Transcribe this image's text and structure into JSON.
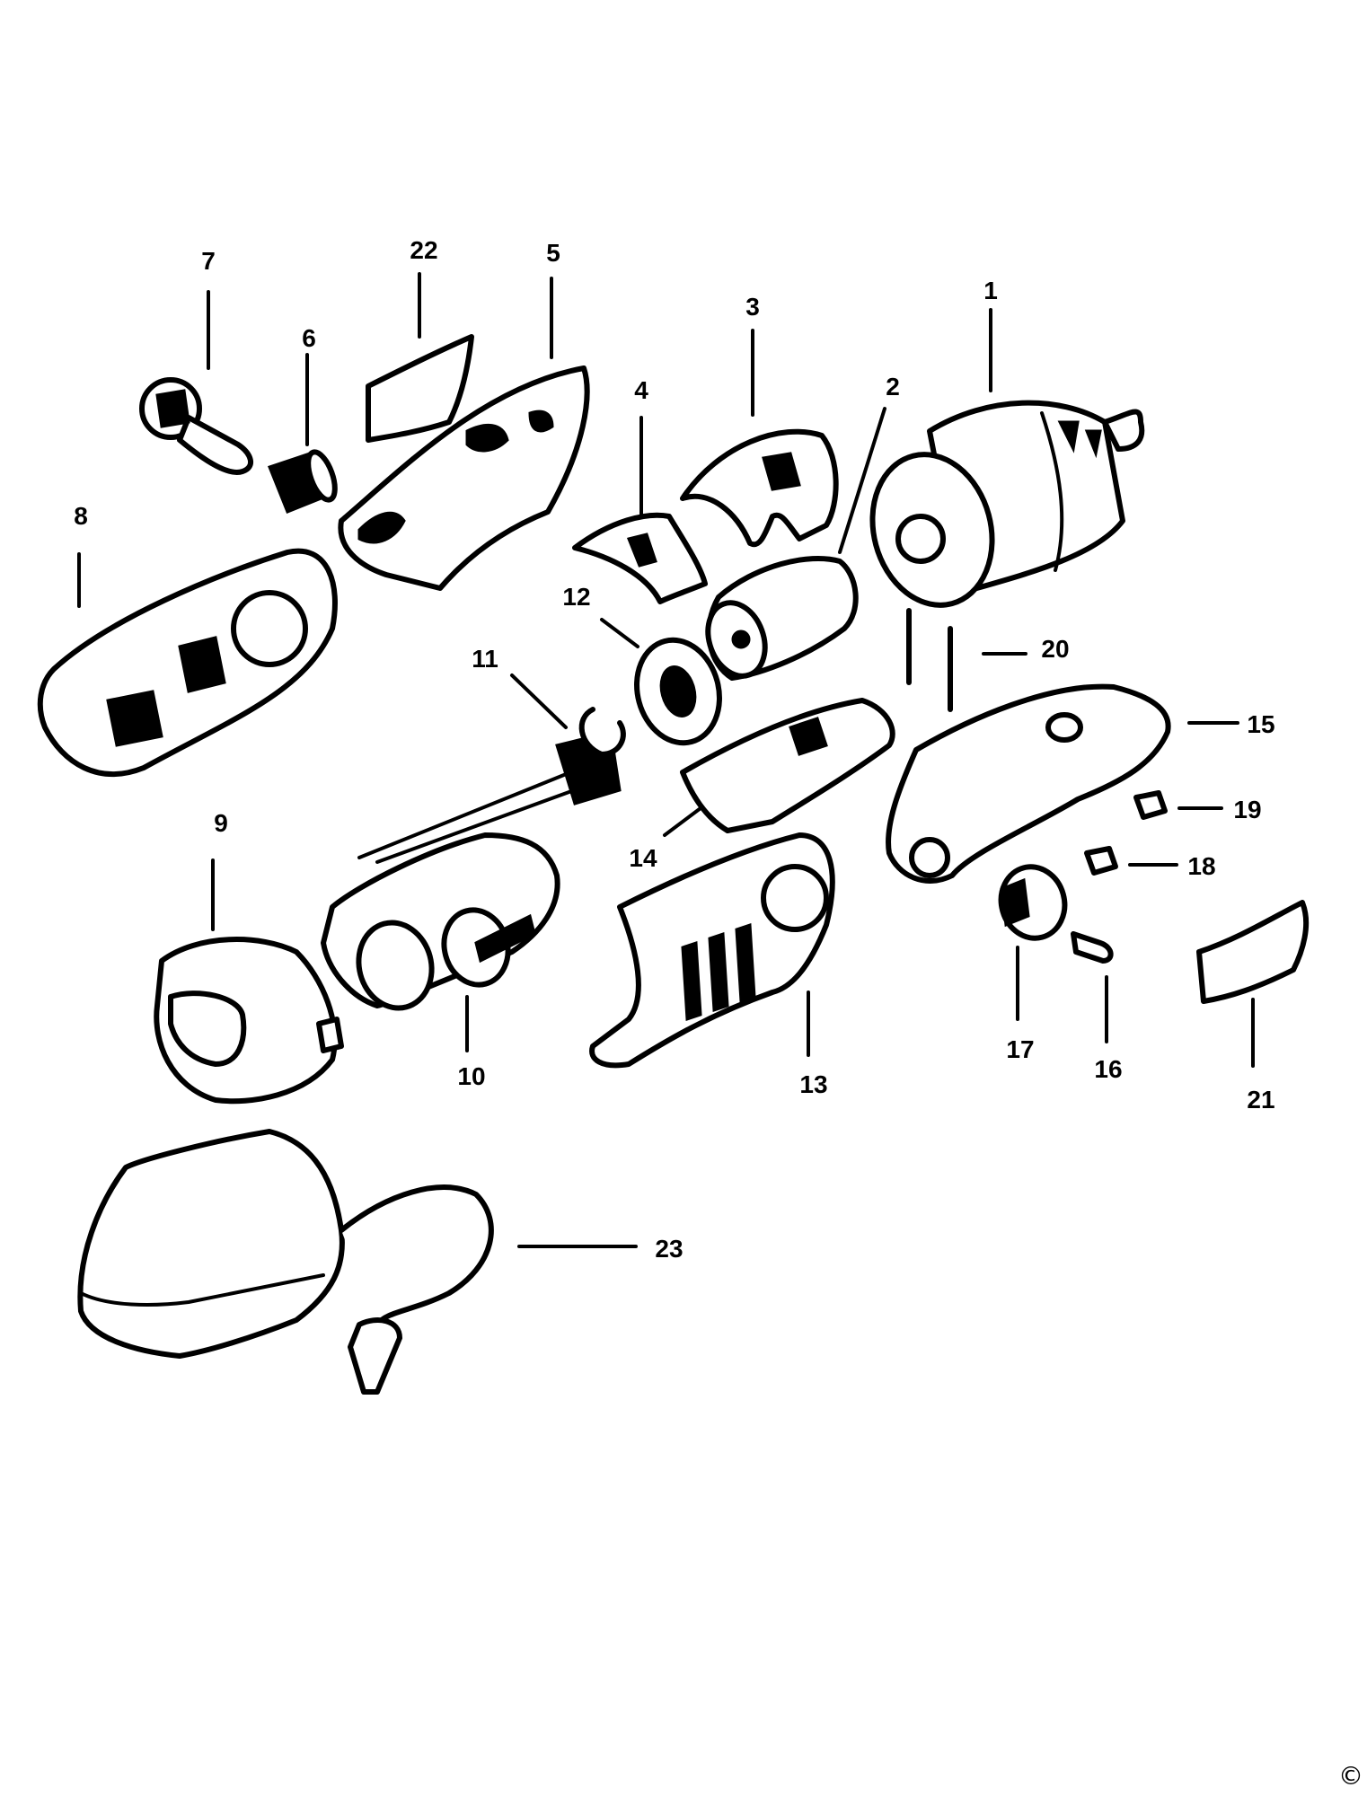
{
  "callouts": [
    {
      "id": "1",
      "label": "1"
    },
    {
      "id": "2",
      "label": "2"
    },
    {
      "id": "3",
      "label": "3"
    },
    {
      "id": "4",
      "label": "4"
    },
    {
      "id": "5",
      "label": "5"
    },
    {
      "id": "6",
      "label": "6"
    },
    {
      "id": "7",
      "label": "7"
    },
    {
      "id": "8",
      "label": "8"
    },
    {
      "id": "9",
      "label": "9"
    },
    {
      "id": "10",
      "label": "10"
    },
    {
      "id": "11",
      "label": "11"
    },
    {
      "id": "12",
      "label": "12"
    },
    {
      "id": "13",
      "label": "13"
    },
    {
      "id": "14",
      "label": "14"
    },
    {
      "id": "15",
      "label": "15"
    },
    {
      "id": "16",
      "label": "16"
    },
    {
      "id": "17",
      "label": "17"
    },
    {
      "id": "18",
      "label": "18"
    },
    {
      "id": "19",
      "label": "19"
    },
    {
      "id": "20",
      "label": "20"
    },
    {
      "id": "21",
      "label": "21"
    },
    {
      "id": "22",
      "label": "22"
    },
    {
      "id": "23",
      "label": "23"
    }
  ],
  "copyright_symbol": "©"
}
